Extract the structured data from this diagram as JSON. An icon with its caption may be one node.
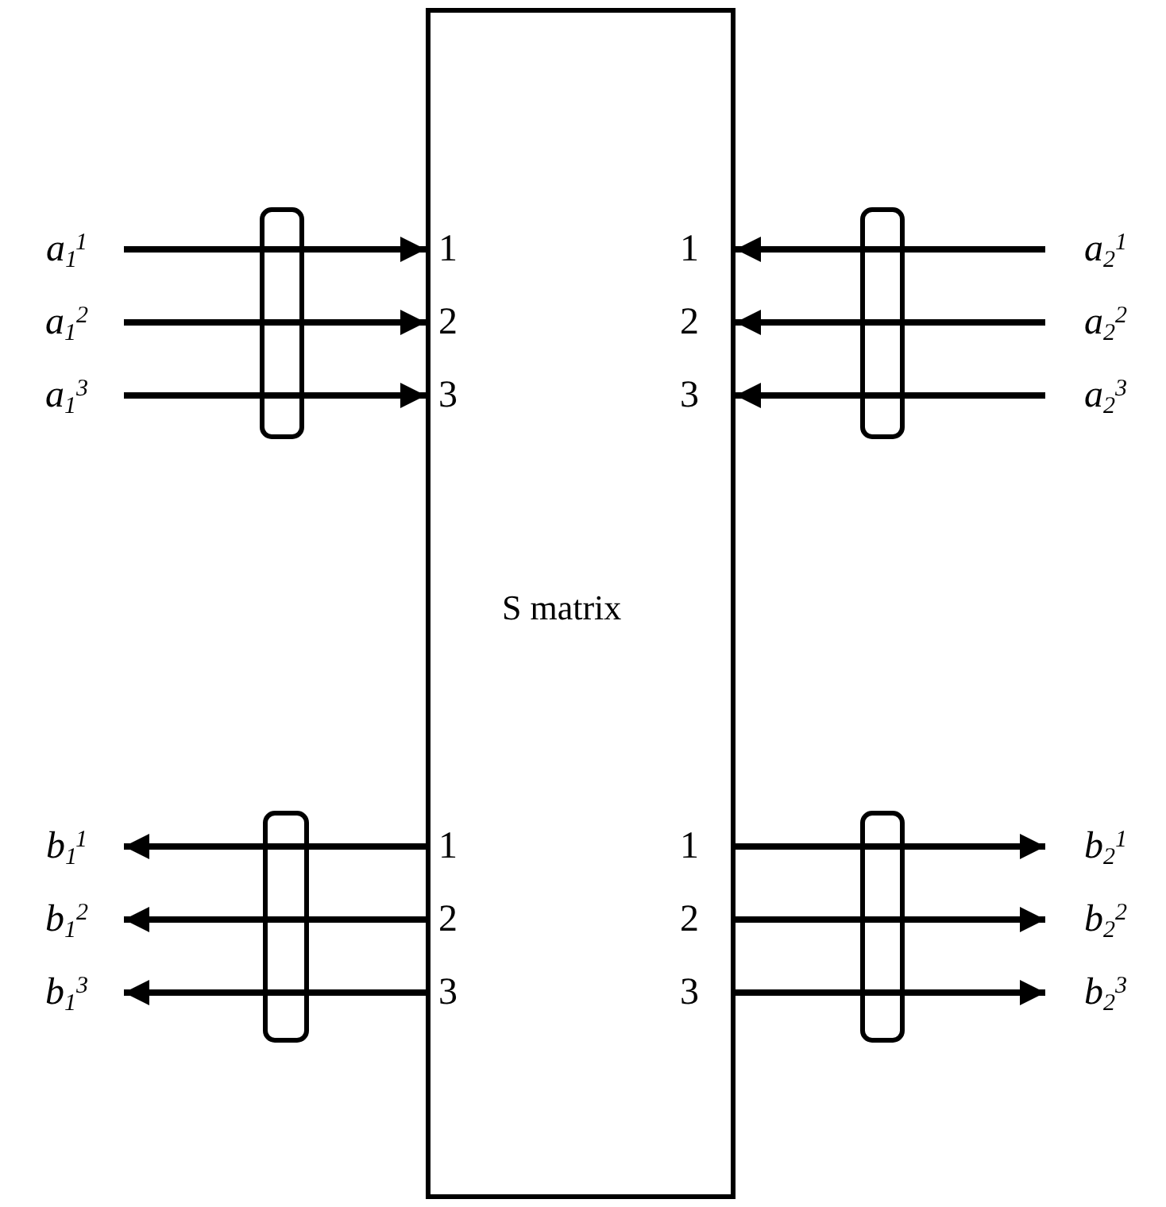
{
  "diagram": {
    "nodes": [
      {
        "text": [
          "S matrix"
        ]
      },
      {
        "text": [
          "a$_{1}$$^{1}$"
        ]
      },
      {
        "text": [
          "a$_{1}$$^{2}$"
        ]
      },
      {
        "text": [
          "a$_{1}$$^{3}$"
        ]
      },
      {
        "text": [
          "a$_{2}$$^{1}$"
        ]
      },
      {
        "text": [
          "a$_{2}$$^{2}$"
        ]
      },
      {
        "text": [
          "a$_{2}$$^{3}$"
        ]
      },
      {
        "text": [
          "b$_{1}$$^{1}$"
        ]
      },
      {
        "text": [
          "b$_{1}$$^{2}$"
        ]
      },
      {
        "text": [
          "b$_{1}$$^{3}$"
        ]
      },
      {
        "text": [
          "b$_{2}$$^{1}$"
        ]
      },
      {
        "text": [
          "b$_{2}$$^{2}$"
        ]
      },
      {
        "text": [
          "b$_{2}$$^{3}$"
        ]
      }
    ],
    "edges": [
      {
        "from": 1,
        "to": 0,
        "arrow": "to"
      },
      {
        "from": 2,
        "to": 0,
        "arrow": "to"
      },
      {
        "from": 3,
        "to": 0,
        "arrow": "to"
      },
      {
        "from": 4,
        "to": 0,
        "arrow": "to"
      },
      {
        "from": 5,
        "to": 0,
        "arrow": "to"
      },
      {
        "from": 6,
        "to": 0,
        "arrow": "to"
      },
      {
        "from": 0,
        "to": 7,
        "arrow": "to"
      },
      {
        "from": 0,
        "to": 8,
        "arrow": "to"
      },
      {
        "from": 0,
        "to": 9,
        "arrow": "to"
      },
      {
        "from": 0,
        "to": 10,
        "arrow": "to"
      },
      {
        "from": 0,
        "to": 11,
        "arrow": "to"
      },
      {
        "from": 0,
        "to": 12,
        "arrow": "to"
      }
    ],
    "labels": [
      "1",
      "1",
      "2",
      "2",
      "3",
      "3",
      "1",
      "1",
      "2",
      "2",
      "3",
      "3"
    ]
  }
}
